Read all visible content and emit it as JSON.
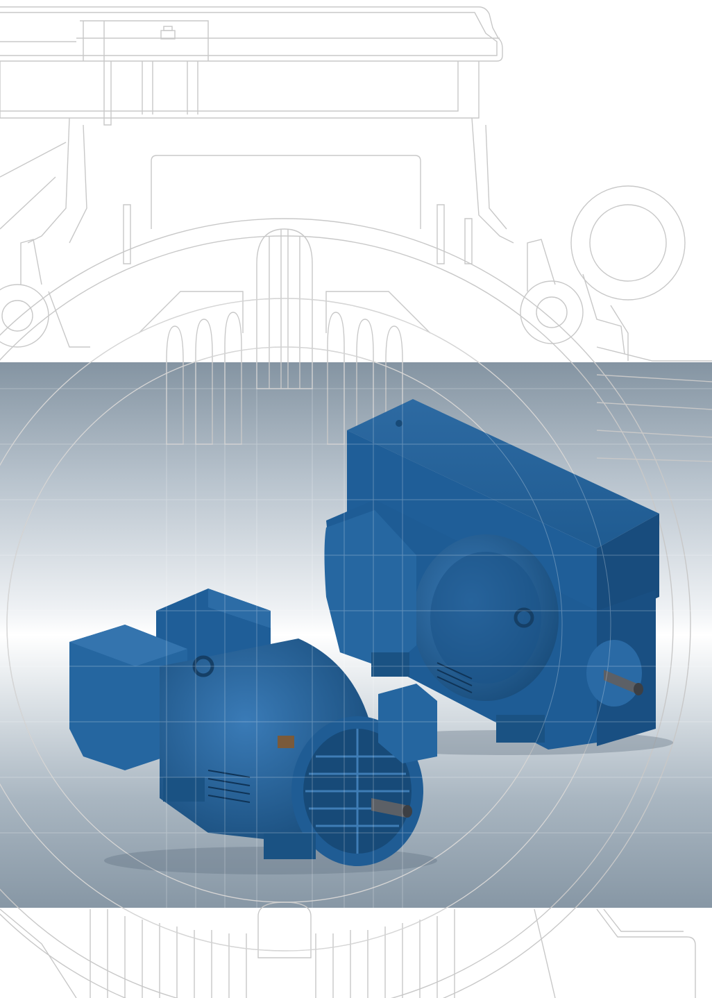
{
  "colors": {
    "background": "#ffffff",
    "band_top": "#8494a2",
    "band_mid": "#ffffff",
    "band_bottom": "#8797a5",
    "motor_blue": "#1f5f97",
    "motor_dark": "#16466f",
    "motor_light": "#3b7ab5",
    "line_art": "#c9c9c9"
  },
  "illustrations": {
    "drawing": "motor-line-drawing",
    "large_motor": "large-blue-motor",
    "small_motor": "small-blue-motor"
  }
}
